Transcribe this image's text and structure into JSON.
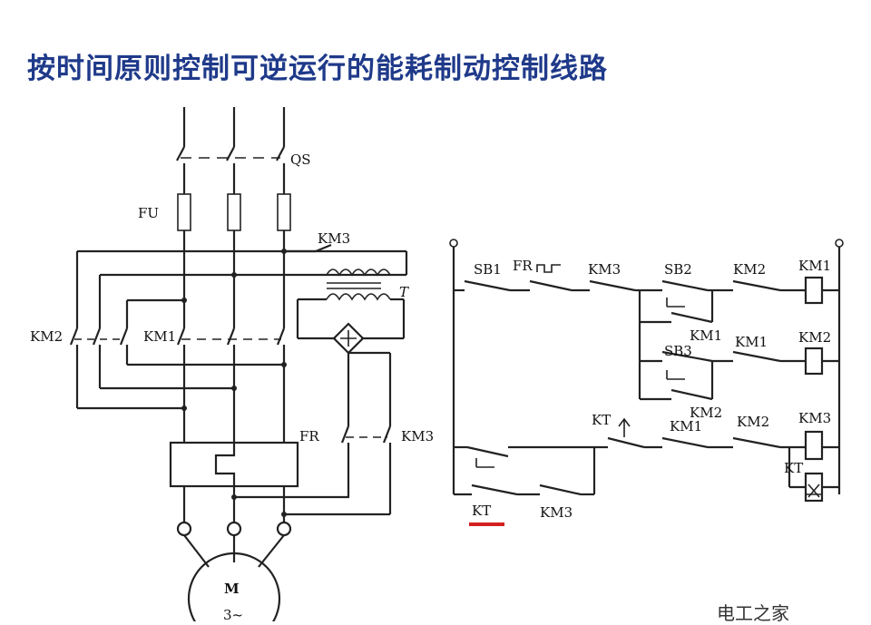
{
  "title": "按时间原则控制可逆运行的能耗制动控制线路",
  "labels": {
    "qs": "QS",
    "fu": "FU",
    "km3_top": "KM3",
    "transformer": "T",
    "km2_main": "KM2",
    "km1_main": "KM1",
    "fr_main": "FR",
    "km3_main": "KM3",
    "motor": "M",
    "motor_phase": "3~",
    "sb1": "SB1",
    "fr_ctrl": "FR",
    "km3_ctrl": "KM3",
    "sb2": "SB2",
    "km2_ctrl1": "KM2",
    "km1_coil": "KM1",
    "km1_aux": "KM1",
    "km1_ctrl2": "KM1",
    "km2_coil": "KM2",
    "sb3": "SB3",
    "km2_aux": "KM2",
    "kt_ctrl": "KT",
    "km1_ctrl3": "KM1",
    "km2_ctrl3": "KM2",
    "km3_coil": "KM3",
    "kt_coil": "KT",
    "kt_nc": "KT",
    "km3_hold": "KM3"
  },
  "colors": {
    "title": "#1f3a8a",
    "highlight": "#d42020",
    "line": "#222222"
  },
  "watermark": "电工之家"
}
